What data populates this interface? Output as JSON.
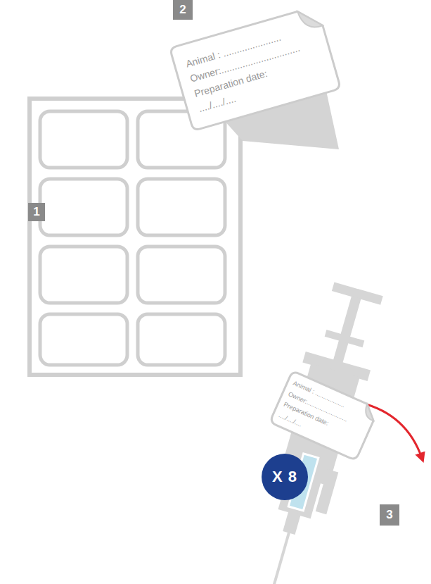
{
  "diagram": {
    "nodes": [
      {
        "text": [
          "2"
        ]
      },
      {
        "text": [
          "Animal : ......................",
          "Owner:..............................",
          "Preparation date:",
          "..../..../...."
        ]
      },
      {
        "text": [
          "1"
        ]
      },
      {
        "text": [
          "Animal : ..................",
          "Owner:.........................",
          "Preparation date:",
          "..../..../...."
        ]
      },
      {
        "text": [
          "X 8"
        ]
      },
      {
        "text": [
          "3"
        ]
      }
    ]
  }
}
